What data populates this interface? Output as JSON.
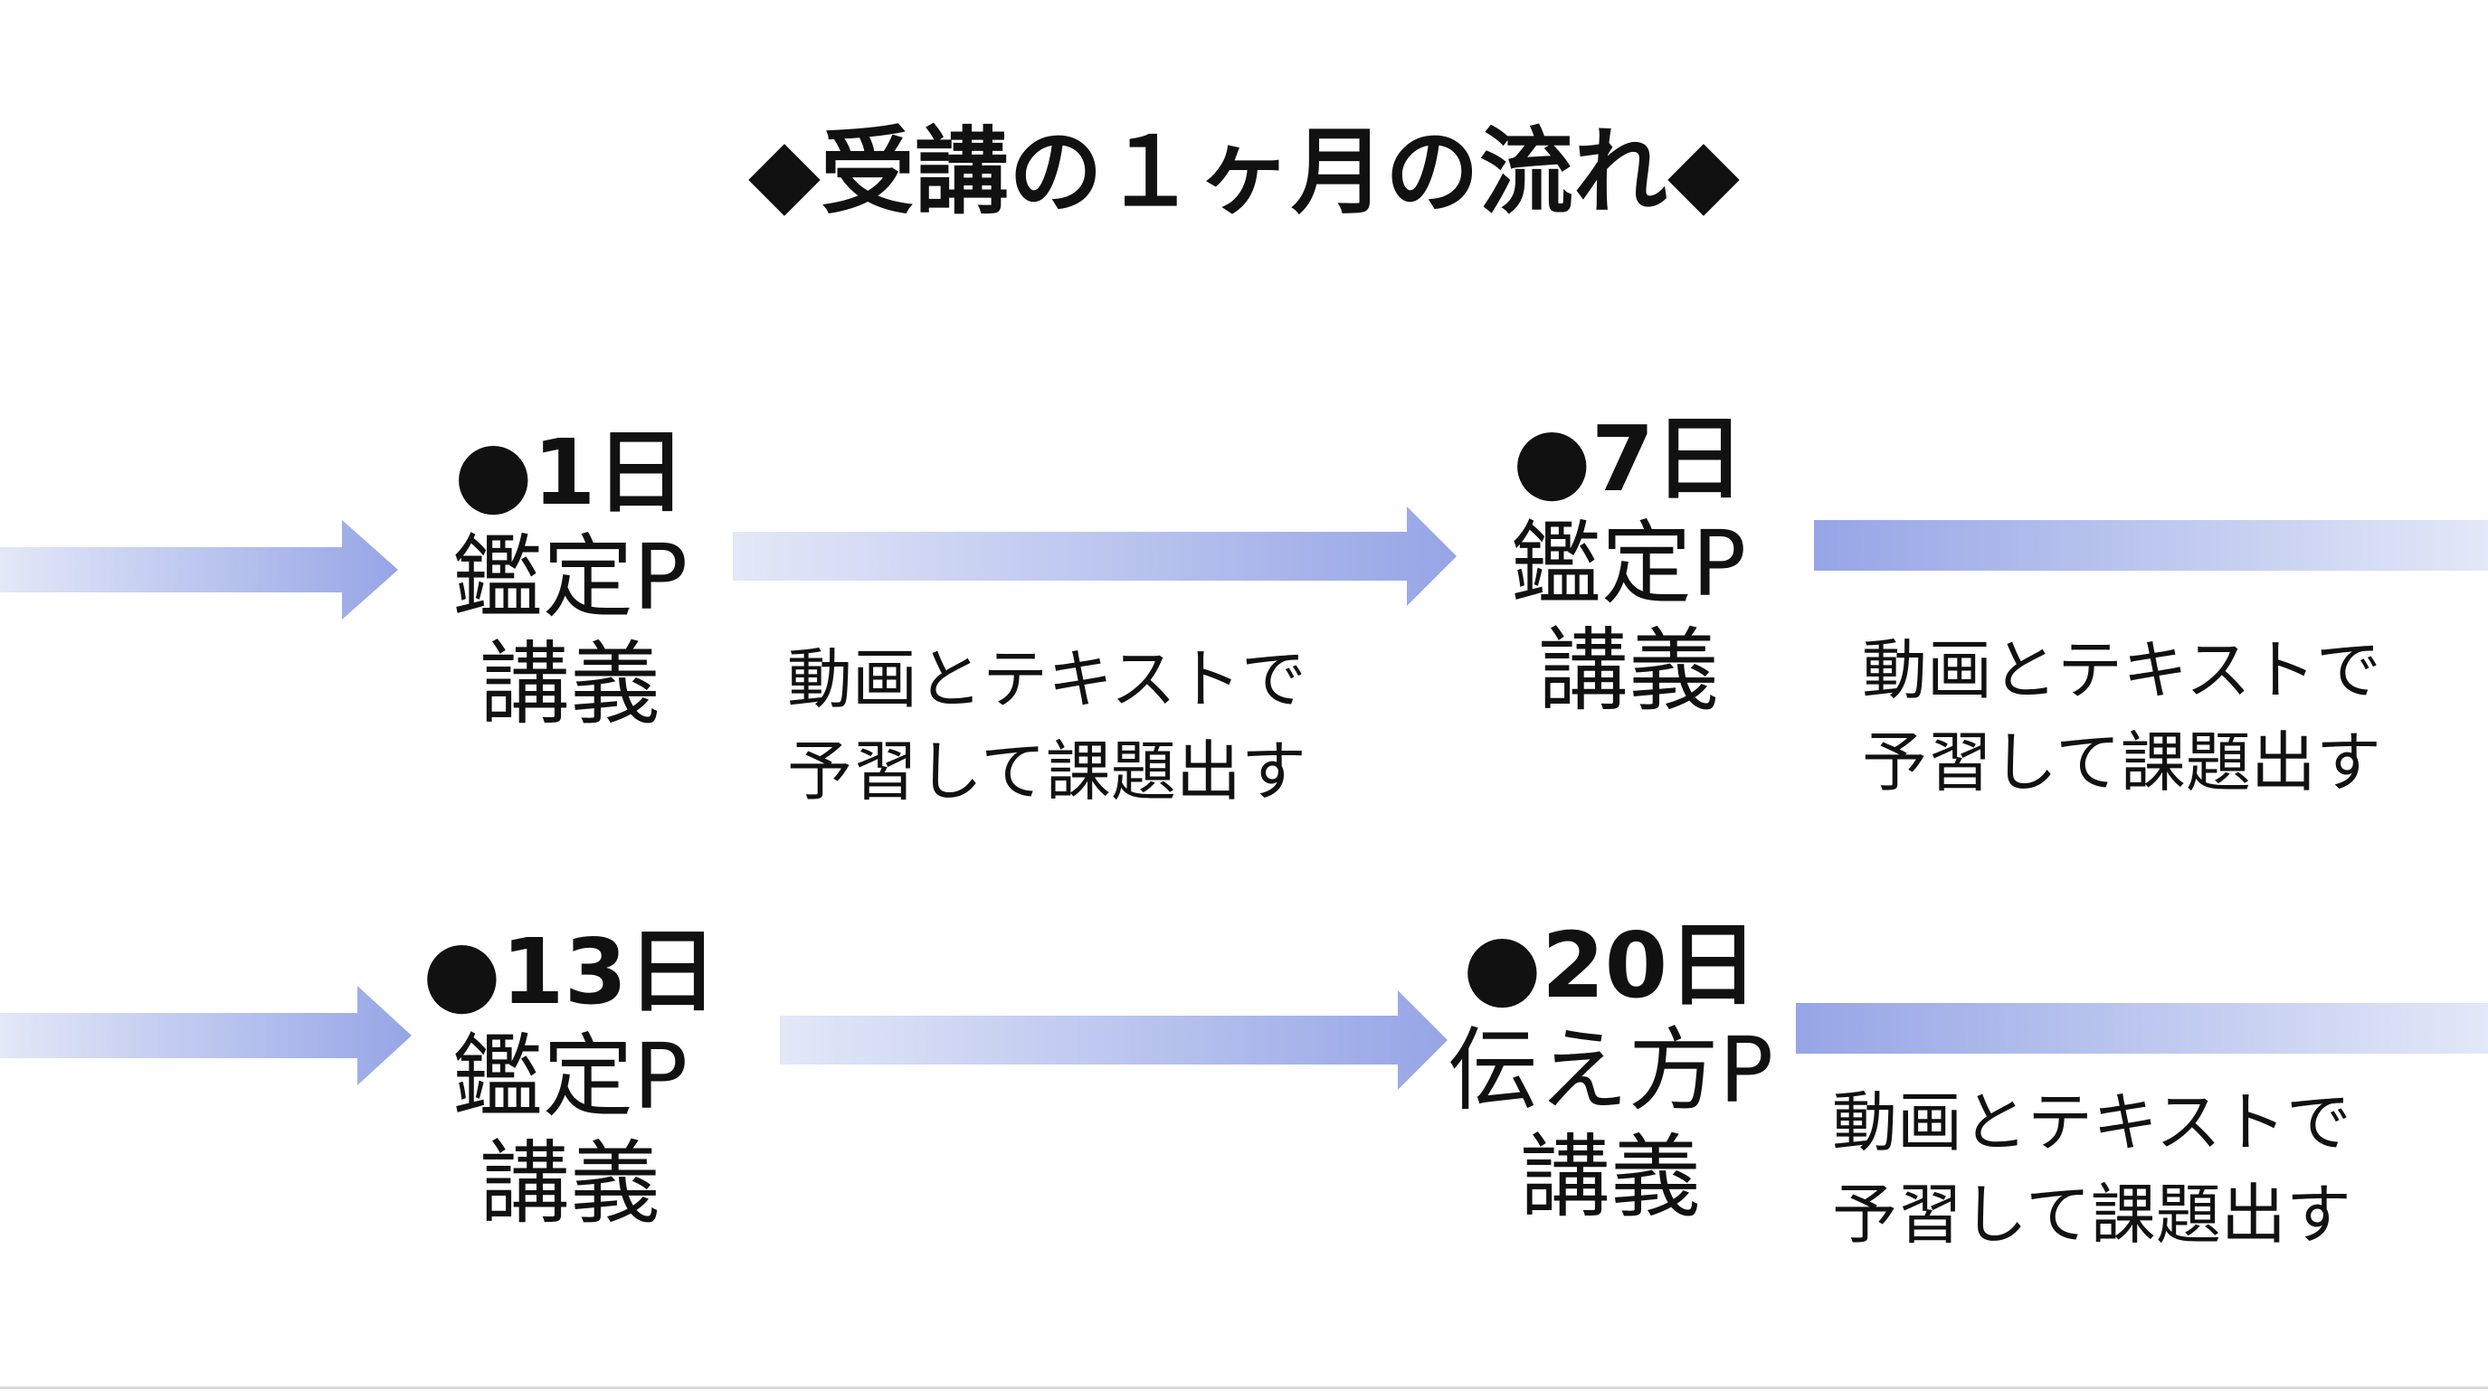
{
  "title": "◆受講の１ヶ月の流れ◆",
  "colors": {
    "arrow_strong": "#96a5e6",
    "arrow_light": "#e3e8f8",
    "text": "#111111",
    "background": "#ffffff"
  },
  "nodes": [
    {
      "day": "●1日",
      "line1": "鑑定P",
      "line2": "講義"
    },
    {
      "day": "●7日",
      "line1": "鑑定P",
      "line2": "講義"
    },
    {
      "day": "●13日",
      "line1": "鑑定P",
      "line2": "講義"
    },
    {
      "day": "●20日",
      "line1": "伝え方P",
      "line2": "講義"
    }
  ],
  "notes": [
    {
      "line1": "動画とテキストで",
      "line2": "予習して課題出す"
    },
    {
      "line1": "動画とテキストで",
      "line2": "予習して課題出す"
    },
    {
      "line1": "動画とテキストで",
      "line2": "予習して課題出す"
    }
  ]
}
